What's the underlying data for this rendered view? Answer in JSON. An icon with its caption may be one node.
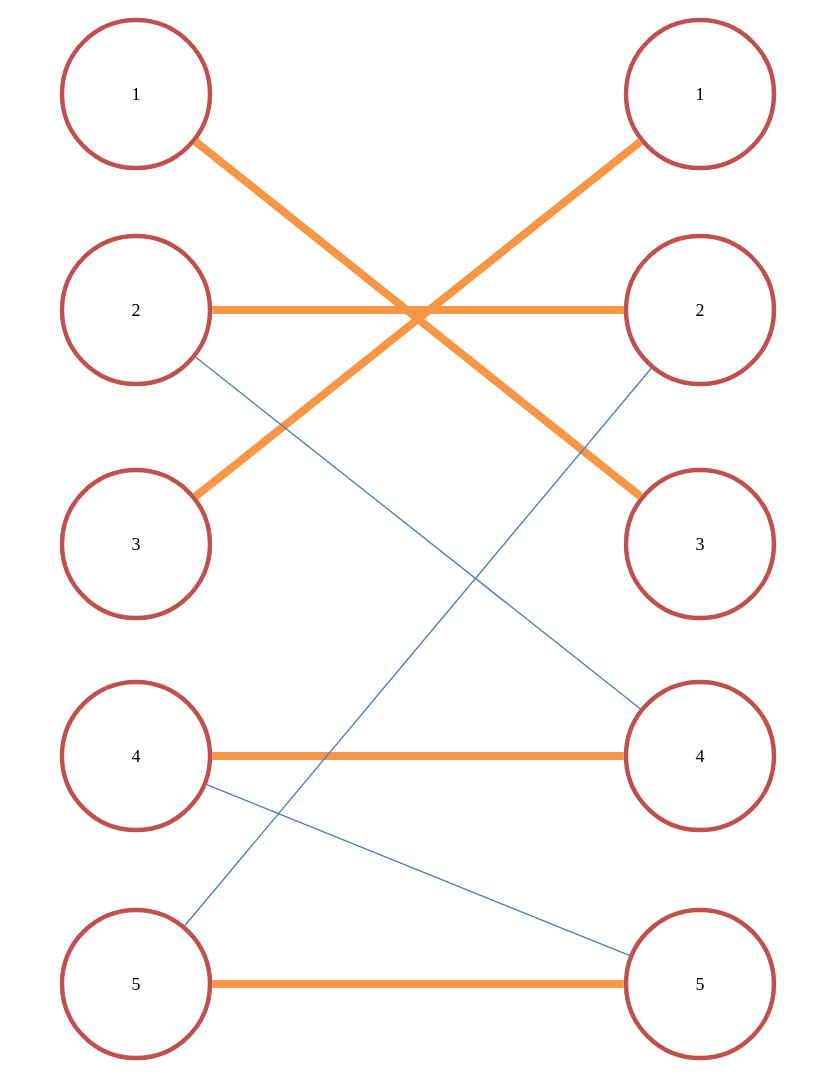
{
  "diagram": {
    "nodes": [
      {
        "text": [
          "1"
        ]
      },
      {
        "text": [
          "2"
        ]
      },
      {
        "text": [
          "3"
        ]
      },
      {
        "text": [
          "4"
        ]
      },
      {
        "text": [
          "5"
        ]
      },
      {
        "text": [
          "1"
        ]
      },
      {
        "text": [
          "2"
        ]
      },
      {
        "text": [
          "3"
        ]
      },
      {
        "text": [
          "4"
        ]
      },
      {
        "text": [
          "5"
        ]
      }
    ],
    "edges": [
      {
        "from": 0,
        "to": 7,
        "arrow": "none"
      },
      {
        "from": 1,
        "to": 6,
        "arrow": "none"
      },
      {
        "from": 2,
        "to": 5,
        "arrow": "none"
      },
      {
        "from": 1,
        "to": 8,
        "arrow": "none",
        "color": "#4f81bd"
      },
      {
        "from": 3,
        "to": 8,
        "arrow": "none"
      },
      {
        "from": 3,
        "to": 9,
        "arrow": "none",
        "color": "#4f81bd"
      },
      {
        "from": 4,
        "to": 6,
        "arrow": "none",
        "color": "#4f81bd"
      },
      {
        "from": 4,
        "to": 9,
        "arrow": "none"
      }
    ]
  }
}
